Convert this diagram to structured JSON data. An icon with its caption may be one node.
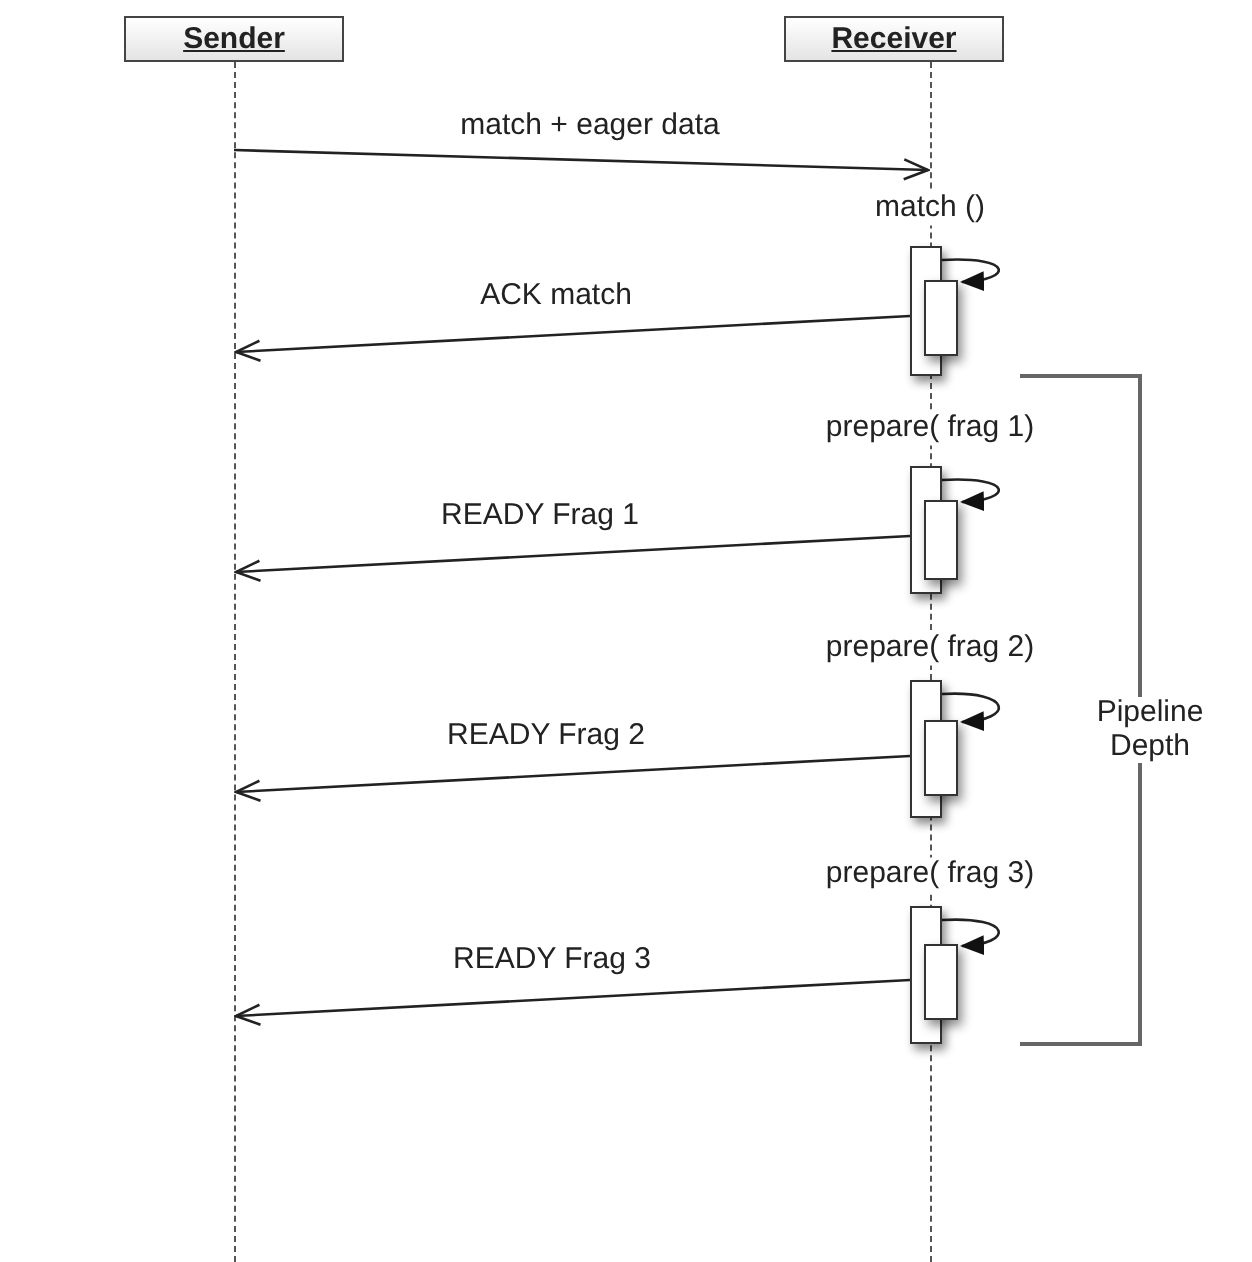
{
  "diagram": {
    "nodes": [
      {
        "text": [
          "Sender"
        ]
      },
      {
        "text": [],
        "shape": "line"
      },
      {
        "text": [
          "Receiver"
        ]
      },
      {
        "text": [],
        "shape": "line"
      },
      {
        "text": [],
        "shape": "bar"
      },
      {
        "text": [],
        "shape": "bar"
      },
      {
        "text": [],
        "shape": "bar"
      },
      {
        "text": [],
        "shape": "bar"
      },
      {
        "text": [],
        "shape": "bar"
      },
      {
        "text": [],
        "shape": "bar"
      },
      {
        "text": [],
        "shape": "bar"
      },
      {
        "text": [],
        "shape": "bar"
      }
    ],
    "edges": [
      {
        "from": 1,
        "to": 3,
        "arrow": "to",
        "label": "match + eager data"
      },
      {
        "from": 4,
        "to": 5,
        "arrow": "to"
      },
      {
        "from": 4,
        "to": 1,
        "arrow": "to",
        "label": "ACK match"
      },
      {
        "from": 6,
        "to": 7,
        "arrow": "to"
      },
      {
        "from": 6,
        "to": 1,
        "arrow": "to",
        "label": "READY Frag 1"
      },
      {
        "from": 8,
        "to": 9,
        "arrow": "to"
      },
      {
        "from": 8,
        "to": 1,
        "arrow": "to",
        "label": "READY Frag 2"
      },
      {
        "from": 10,
        "to": 11,
        "arrow": "to"
      },
      {
        "from": 10,
        "to": 1,
        "arrow": "to",
        "label": "READY Frag 3"
      }
    ],
    "labels": [
      "match ()",
      "prepare( frag 1)",
      "prepare( frag 2)",
      "Pipeline Depth",
      "prepare( frag 3)"
    ]
  }
}
